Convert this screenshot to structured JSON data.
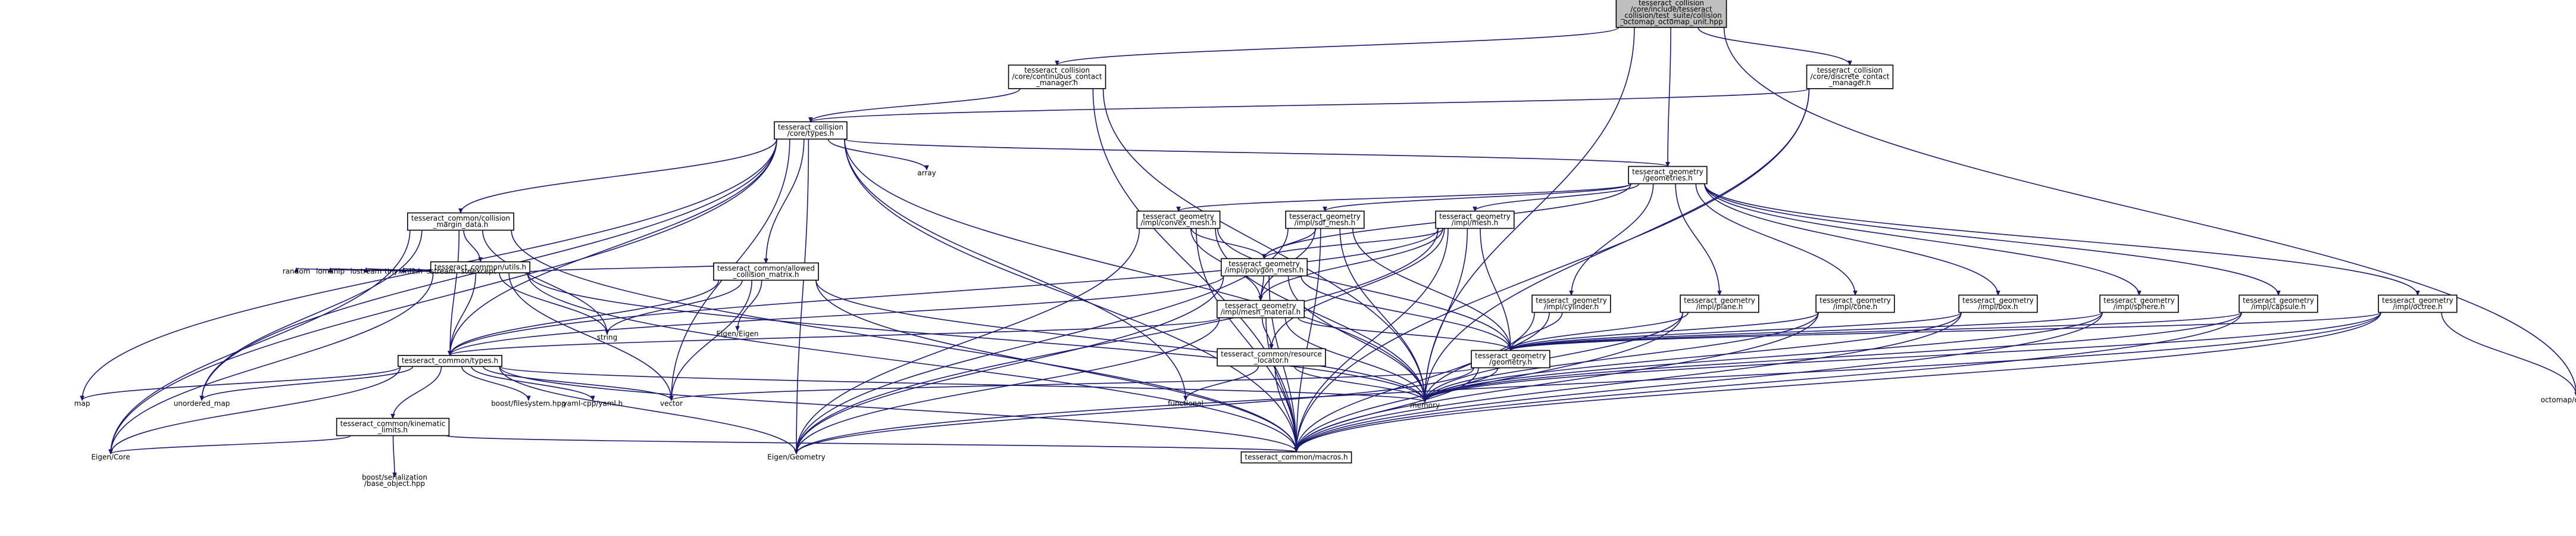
{
  "graph": {
    "root": "root",
    "nodes": [
      {
        "id": "root",
        "label": "tesseract_collision\n/core/include/tesseract\n_collision/test_suite/collision\n_octomap_octomap_unit.hpp",
        "boxed": true,
        "root": true
      },
      {
        "id": "ccm",
        "label": "tesseract_collision\n/core/continuous_contact\n_manager.h",
        "boxed": true
      },
      {
        "id": "dcm",
        "label": "tesseract_collision\n/core/discrete_contact\n_manager.h",
        "boxed": true
      },
      {
        "id": "types",
        "label": "tesseract_collision\n/core/types.h",
        "boxed": true
      },
      {
        "id": "geometries",
        "label": "tesseract_geometry\n/geometries.h",
        "boxed": true
      },
      {
        "id": "array",
        "label": "array",
        "boxed": false
      },
      {
        "id": "cmd",
        "label": "tesseract_common/collision\n_margin_data.h",
        "boxed": true
      },
      {
        "id": "cmesh",
        "label": "tesseract_geometry\n/impl/convex_mesh.h",
        "boxed": true
      },
      {
        "id": "sdf",
        "label": "tesseract_geometry\n/impl/sdf_mesh.h",
        "boxed": true
      },
      {
        "id": "mesh",
        "label": "tesseract_geometry\n/impl/mesh.h",
        "boxed": true
      },
      {
        "id": "utils",
        "label": "tesseract_common/utils.h",
        "boxed": true
      },
      {
        "id": "pmesh",
        "label": "tesseract_geometry\n/impl/polygon_mesh.h",
        "boxed": true
      },
      {
        "id": "acm",
        "label": "tesseract_common/allowed\n_collision_matrix.h",
        "boxed": true
      },
      {
        "id": "random",
        "label": "random",
        "boxed": false
      },
      {
        "id": "iomanip",
        "label": "iomanip",
        "boxed": false
      },
      {
        "id": "iostream",
        "label": "iostream",
        "boxed": false
      },
      {
        "id": "tinyxml2",
        "label": "tinyxml2.h",
        "boxed": false
      },
      {
        "id": "sstream",
        "label": "sstream",
        "boxed": false
      },
      {
        "id": "stdexcept",
        "label": "stdexcept",
        "boxed": false
      },
      {
        "id": "eigen",
        "label": "Eigen/Eigen",
        "boxed": false
      },
      {
        "id": "string",
        "label": "string",
        "boxed": false
      },
      {
        "id": "mmat",
        "label": "tesseract_geometry\n/impl/mesh_material.h",
        "boxed": true
      },
      {
        "id": "cyl",
        "label": "tesseract_geometry\n/impl/cylinder.h",
        "boxed": true
      },
      {
        "id": "plane",
        "label": "tesseract_geometry\n/impl/plane.h",
        "boxed": true
      },
      {
        "id": "cone",
        "label": "tesseract_geometry\n/impl/cone.h",
        "boxed": true
      },
      {
        "id": "box",
        "label": "tesseract_geometry\n/impl/box.h",
        "boxed": true
      },
      {
        "id": "sphere",
        "label": "tesseract_geometry\n/impl/sphere.h",
        "boxed": true
      },
      {
        "id": "capsule",
        "label": "tesseract_geometry\n/impl/capsule.h",
        "boxed": true
      },
      {
        "id": "octree",
        "label": "tesseract_geometry\n/impl/octree.h",
        "boxed": true
      },
      {
        "id": "rloc",
        "label": "tesseract_common/resource\n_locator.h",
        "boxed": true
      },
      {
        "id": "geometry",
        "label": "tesseract_geometry\n/geometry.h",
        "boxed": true
      },
      {
        "id": "ctypes",
        "label": "tesseract_common/types.h",
        "boxed": true
      },
      {
        "id": "map",
        "label": "map",
        "boxed": false
      },
      {
        "id": "umap",
        "label": "unordered_map",
        "boxed": false
      },
      {
        "id": "boostfs",
        "label": "boost/filesystem.hpp",
        "boxed": false
      },
      {
        "id": "yaml",
        "label": "yaml-cpp/yaml.h",
        "boxed": false
      },
      {
        "id": "vector",
        "label": "vector",
        "boxed": false
      },
      {
        "id": "functional",
        "label": "functional",
        "boxed": false
      },
      {
        "id": "memory",
        "label": "memory",
        "boxed": false
      },
      {
        "id": "octomap",
        "label": "octomap/octomap.h",
        "boxed": false
      },
      {
        "id": "kin",
        "label": "tesseract_common/kinematic\n_limits.h",
        "boxed": true
      },
      {
        "id": "eigencore",
        "label": "Eigen/Core",
        "boxed": false
      },
      {
        "id": "boostser",
        "label": "boost/serialization\n/base_object.hpp",
        "boxed": false
      },
      {
        "id": "eigengeo",
        "label": "Eigen/Geometry",
        "boxed": false
      },
      {
        "id": "macros",
        "label": "tesseract_common/macros.h",
        "boxed": true
      }
    ],
    "edges": [
      [
        "root",
        "ccm"
      ],
      [
        "root",
        "dcm"
      ],
      [
        "root",
        "geometries"
      ],
      [
        "root",
        "memory"
      ],
      [
        "root",
        "octomap"
      ],
      [
        "ccm",
        "types"
      ],
      [
        "ccm",
        "memory"
      ],
      [
        "ccm",
        "macros"
      ],
      [
        "dcm",
        "types"
      ],
      [
        "dcm",
        "memory"
      ],
      [
        "dcm",
        "macros"
      ],
      [
        "types",
        "geometries"
      ],
      [
        "types",
        "array"
      ],
      [
        "types",
        "cmd"
      ],
      [
        "types",
        "acm"
      ],
      [
        "types",
        "ctypes"
      ],
      [
        "types",
        "map"
      ],
      [
        "types",
        "umap"
      ],
      [
        "types",
        "vector"
      ],
      [
        "types",
        "functional"
      ],
      [
        "types",
        "memory"
      ],
      [
        "types",
        "eigencore"
      ],
      [
        "types",
        "eigengeo"
      ],
      [
        "types",
        "macros"
      ],
      [
        "geometries",
        "cmesh"
      ],
      [
        "geometries",
        "sdf"
      ],
      [
        "geometries",
        "mesh"
      ],
      [
        "geometries",
        "pmesh"
      ],
      [
        "geometries",
        "cyl"
      ],
      [
        "geometries",
        "plane"
      ],
      [
        "geometries",
        "cone"
      ],
      [
        "geometries",
        "box"
      ],
      [
        "geometries",
        "sphere"
      ],
      [
        "geometries",
        "capsule"
      ],
      [
        "geometries",
        "octree"
      ],
      [
        "cmd",
        "utils"
      ],
      [
        "cmd",
        "ctypes"
      ],
      [
        "cmd",
        "umap"
      ],
      [
        "cmd",
        "string"
      ],
      [
        "cmd",
        "eigencore"
      ],
      [
        "cmd",
        "macros"
      ],
      [
        "cmesh",
        "pmesh"
      ],
      [
        "cmesh",
        "mmat"
      ],
      [
        "cmesh",
        "geometry"
      ],
      [
        "cmesh",
        "memory"
      ],
      [
        "cmesh",
        "eigengeo"
      ],
      [
        "cmesh",
        "macros"
      ],
      [
        "sdf",
        "pmesh"
      ],
      [
        "sdf",
        "mmat"
      ],
      [
        "sdf",
        "geometry"
      ],
      [
        "sdf",
        "memory"
      ],
      [
        "sdf",
        "eigengeo"
      ],
      [
        "sdf",
        "macros"
      ],
      [
        "mesh",
        "pmesh"
      ],
      [
        "mesh",
        "mmat"
      ],
      [
        "mesh",
        "rloc"
      ],
      [
        "mesh",
        "geometry"
      ],
      [
        "mesh",
        "memory"
      ],
      [
        "mesh",
        "eigengeo"
      ],
      [
        "mesh",
        "macros"
      ],
      [
        "mesh",
        "ctypes"
      ],
      [
        "utils",
        "random"
      ],
      [
        "utils",
        "iomanip"
      ],
      [
        "utils",
        "iostream"
      ],
      [
        "utils",
        "tinyxml2"
      ],
      [
        "utils",
        "sstream"
      ],
      [
        "utils",
        "stdexcept"
      ],
      [
        "utils",
        "acm"
      ],
      [
        "utils",
        "ctypes"
      ],
      [
        "utils",
        "string"
      ],
      [
        "utils",
        "vector"
      ],
      [
        "utils",
        "eigencore"
      ],
      [
        "utils",
        "macros"
      ],
      [
        "utils",
        "memory"
      ],
      [
        "pmesh",
        "mmat"
      ],
      [
        "pmesh",
        "geometry"
      ],
      [
        "pmesh",
        "ctypes"
      ],
      [
        "pmesh",
        "memory"
      ],
      [
        "pmesh",
        "eigengeo"
      ],
      [
        "pmesh",
        "macros"
      ],
      [
        "acm",
        "eigen"
      ],
      [
        "acm",
        "string"
      ],
      [
        "acm",
        "ctypes"
      ],
      [
        "acm",
        "vector"
      ],
      [
        "acm",
        "memory"
      ],
      [
        "acm",
        "macros"
      ],
      [
        "mmat",
        "rloc"
      ],
      [
        "mmat",
        "geometry"
      ],
      [
        "mmat",
        "memory"
      ],
      [
        "mmat",
        "eigengeo"
      ],
      [
        "mmat",
        "macros"
      ],
      [
        "mmat",
        "ctypes"
      ],
      [
        "cyl",
        "geometry"
      ],
      [
        "cyl",
        "memory"
      ],
      [
        "cyl",
        "macros"
      ],
      [
        "plane",
        "geometry"
      ],
      [
        "plane",
        "memory"
      ],
      [
        "plane",
        "macros"
      ],
      [
        "cone",
        "geometry"
      ],
      [
        "cone",
        "memory"
      ],
      [
        "cone",
        "macros"
      ],
      [
        "box",
        "geometry"
      ],
      [
        "box",
        "memory"
      ],
      [
        "box",
        "macros"
      ],
      [
        "sphere",
        "geometry"
      ],
      [
        "sphere",
        "memory"
      ],
      [
        "sphere",
        "macros"
      ],
      [
        "capsule",
        "geometry"
      ],
      [
        "capsule",
        "memory"
      ],
      [
        "capsule",
        "macros"
      ],
      [
        "octree",
        "geometry"
      ],
      [
        "octree",
        "memory"
      ],
      [
        "octree",
        "macros"
      ],
      [
        "octree",
        "octomap"
      ],
      [
        "octree",
        "eigengeo"
      ],
      [
        "rloc",
        "functional"
      ],
      [
        "rloc",
        "memory"
      ],
      [
        "rloc",
        "macros"
      ],
      [
        "geometry",
        "memory"
      ],
      [
        "geometry",
        "vector"
      ],
      [
        "geometry",
        "macros"
      ],
      [
        "geometry",
        "eigengeo"
      ],
      [
        "ctypes",
        "map"
      ],
      [
        "ctypes",
        "umap"
      ],
      [
        "ctypes",
        "boostfs"
      ],
      [
        "ctypes",
        "yaml"
      ],
      [
        "ctypes",
        "vector"
      ],
      [
        "ctypes",
        "kin"
      ],
      [
        "ctypes",
        "eigencore"
      ],
      [
        "ctypes",
        "eigengeo"
      ],
      [
        "ctypes",
        "memory"
      ],
      [
        "ctypes",
        "macros"
      ],
      [
        "kin",
        "eigencore"
      ],
      [
        "kin",
        "boostser"
      ],
      [
        "kin",
        "macros"
      ]
    ]
  }
}
